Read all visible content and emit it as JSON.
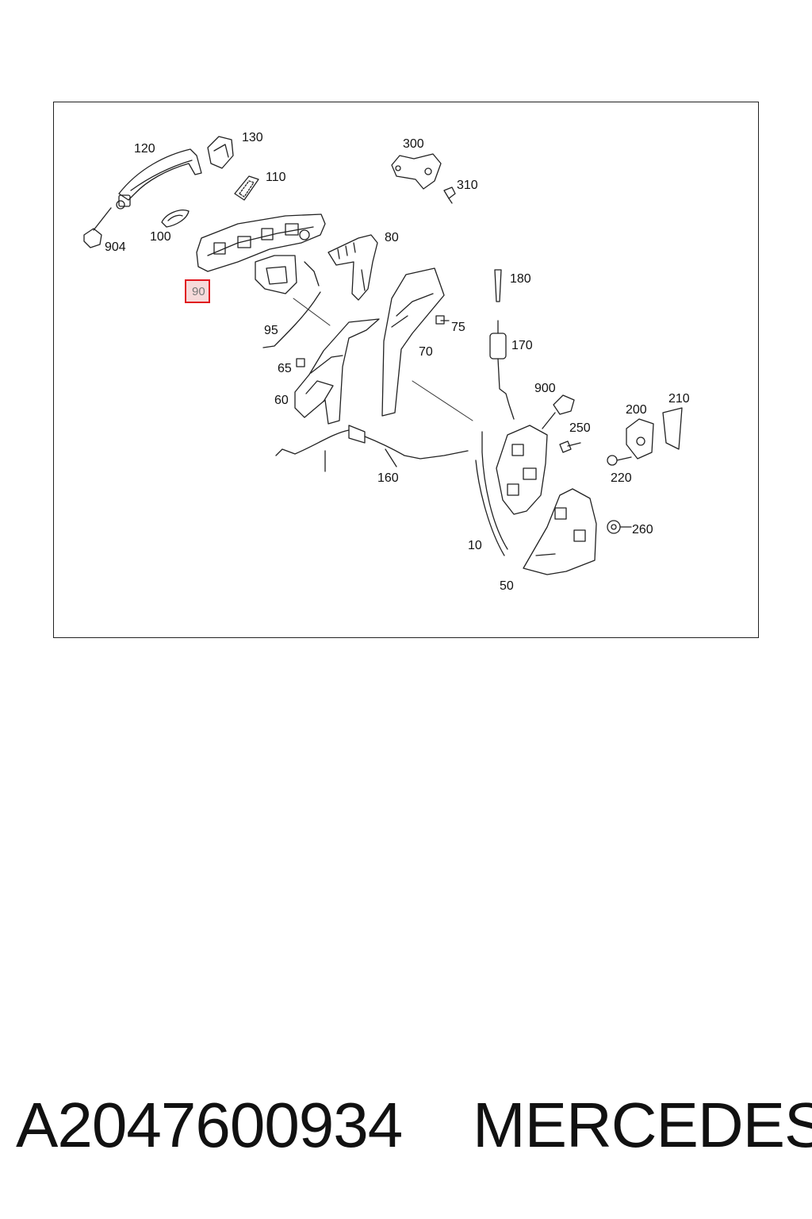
{
  "diagram": {
    "callouts": [
      {
        "id": "120",
        "label": "120"
      },
      {
        "id": "130",
        "label": "130"
      },
      {
        "id": "110",
        "label": "110"
      },
      {
        "id": "300",
        "label": "300"
      },
      {
        "id": "310",
        "label": "310"
      },
      {
        "id": "904",
        "label": "904"
      },
      {
        "id": "100",
        "label": "100"
      },
      {
        "id": "80",
        "label": "80"
      },
      {
        "id": "90",
        "label": "90",
        "highlighted": true
      },
      {
        "id": "180",
        "label": "180"
      },
      {
        "id": "95",
        "label": "95"
      },
      {
        "id": "75",
        "label": "75"
      },
      {
        "id": "70",
        "label": "70"
      },
      {
        "id": "170",
        "label": "170"
      },
      {
        "id": "65",
        "label": "65"
      },
      {
        "id": "900",
        "label": "900"
      },
      {
        "id": "60",
        "label": "60"
      },
      {
        "id": "210",
        "label": "210"
      },
      {
        "id": "200",
        "label": "200"
      },
      {
        "id": "250",
        "label": "250"
      },
      {
        "id": "220",
        "label": "220"
      },
      {
        "id": "160",
        "label": "160"
      },
      {
        "id": "260",
        "label": "260"
      },
      {
        "id": "10",
        "label": "10"
      },
      {
        "id": "50",
        "label": "50"
      }
    ],
    "highlight_color": "#e0161e"
  },
  "footer": {
    "part_number": "A2047600934",
    "brand": "MERCEDES"
  }
}
